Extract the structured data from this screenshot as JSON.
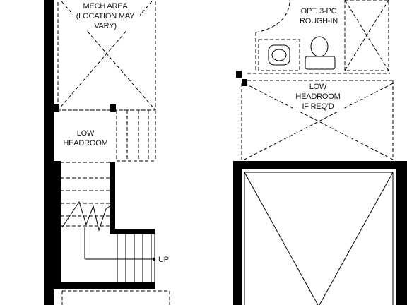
{
  "labels": {
    "mech_area": [
      "MECH AREA",
      "(LOCATION MAY",
      "VARY)"
    ],
    "low_headroom_left": [
      "LOW",
      "HEADROOM"
    ],
    "opt_3pc": [
      "OPT. 3-PC",
      "ROUGH-IN"
    ],
    "low_headroom_right": [
      "LOW",
      "HEADROOM",
      "IF REQ'D"
    ],
    "stair_up": "UP"
  },
  "colors": {
    "wall": "#000000",
    "line": "#000000",
    "background": "#ffffff"
  }
}
